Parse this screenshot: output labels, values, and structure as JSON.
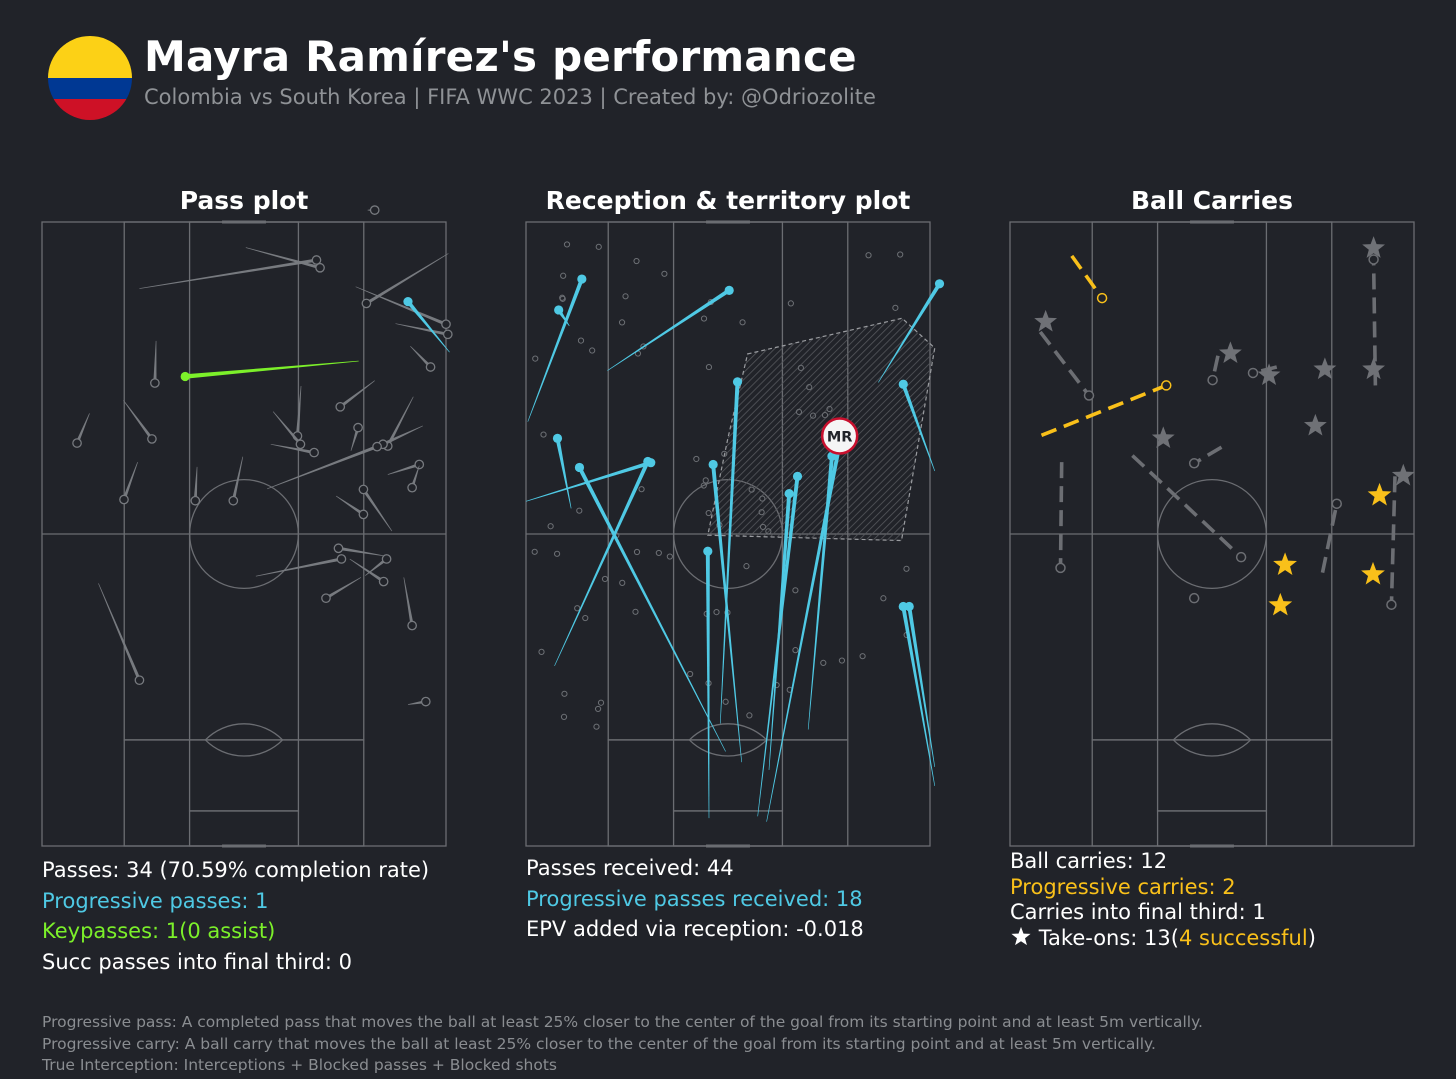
{
  "header": {
    "title": "Mayra Ramírez's performance",
    "subtitle": "Colombia vs South Korea | FIFA WWC 2023 | Created by: @Odriozolite",
    "flag_colors": [
      "#fcd116",
      "#003893",
      "#ce1126"
    ]
  },
  "colors": {
    "background": "#212329",
    "pitch_lines": "#6b6d72",
    "progressive_blue": "#4fc9e4",
    "keypass_green": "#7cf02a",
    "carry_yellow": "#f9c01a",
    "muted_gray": "#777a7f"
  },
  "panels": {
    "pass": {
      "title": "Pass plot",
      "stats": {
        "passes": "Passes: 34 (70.59% completion rate)",
        "progressive": "Progressive passes: 1",
        "keypasses": "Keypasses: 1(0 assist)",
        "final_third": "Succ passes into final third: 0"
      }
    },
    "reception": {
      "title": "Reception & territory plot",
      "marker_label": "MR",
      "stats": {
        "received": "Passes received: 44",
        "progressive_received": "Progressive passes received: 18",
        "epv": "EPV added via reception: -0.018"
      }
    },
    "carries": {
      "title": "Ball Carries",
      "stats": {
        "carries": "Ball carries: 12",
        "progressive": "Progressive carries: 2",
        "final_third": "Carries into final third: 1",
        "takeons_prefix": "Take-ons: 13(",
        "takeons_success": "4 successful",
        "takeons_suffix": ")",
        "star_icon": "star-icon"
      }
    }
  },
  "notes": {
    "line1": "Progressive pass: A completed pass that moves the ball at least 25% closer to the center of the goal from its starting point and at least 5m vertically.",
    "line2": "Progressive carry: A ball carry that moves the ball at least 25% closer to the center of the goal from its starting point and at least 5m vertically.",
    "line3": "True Interception: Interceptions + Blocked passes + Blocked shots"
  },
  "chart_data": [
    {
      "type": "scatter",
      "title": "Pass plot",
      "pitch": {
        "length": 105,
        "width": 68,
        "attacking_direction": "up"
      },
      "series": [
        {
          "name": "Progressive passes: 1",
          "color": "#4fc9e4",
          "passes": [
            {
              "start": [
                68.6,
                83.1
              ],
              "end": [
                61.6,
                91.6
              ]
            }
          ]
        },
        {
          "name": "Keypasses: 1(0 assist)",
          "color": "#7cf02a",
          "passes": [
            {
              "start": [
                53.3,
                81.6
              ],
              "end": [
                24.1,
                79.0
              ]
            }
          ]
        },
        {
          "name": "Passes: 34 (70.59% completion rate)",
          "color": "#777a7f",
          "passes": [
            {
              "start": [
                16.4,
                93.8
              ],
              "end": [
                46.2,
                98.6
              ]
            },
            {
              "start": [
                34.3,
                100.7
              ],
              "end": [
                46.8,
                97.3
              ]
            },
            {
              "start": [
                68.4,
                99.7
              ],
              "end": [
                54.6,
                91.3
              ]
            },
            {
              "start": [
                52.8,
                94.1
              ],
              "end": [
                68.0,
                87.8
              ]
            },
            {
              "start": [
                62.0,
                84.1
              ],
              "end": [
                65.4,
                80.6
              ]
            },
            {
              "start": [
                54.8,
                107.0
              ],
              "end": [
                56.0,
                107.0
              ]
            },
            {
              "start": [
                59.5,
                87.9
              ],
              "end": [
                68.3,
                86.1
              ]
            },
            {
              "start": [
                19.2,
                85.0
              ],
              "end": [
                19.0,
                77.9
              ]
            },
            {
              "start": [
                13.7,
                75.0
              ],
              "end": [
                18.5,
                68.5
              ]
            },
            {
              "start": [
                8.0,
                72.8
              ],
              "end": [
                5.9,
                67.8
              ]
            },
            {
              "start": [
                16.1,
                64.6
              ],
              "end": [
                13.8,
                58.3
              ]
            },
            {
              "start": [
                43.6,
                77.4
              ],
              "end": [
                43.0,
                69.0
              ]
            },
            {
              "start": [
                38.9,
                73.1
              ],
              "end": [
                43.5,
                67.6
              ]
            },
            {
              "start": [
                56.0,
                78.3
              ],
              "end": [
                50.2,
                73.9
              ]
            },
            {
              "start": [
                52.0,
                66.5
              ],
              "end": [
                53.2,
                70.4
              ]
            },
            {
              "start": [
                62.5,
                75.6
              ],
              "end": [
                58.2,
                67.3
              ]
            },
            {
              "start": [
                64.1,
                70.7
              ],
              "end": [
                57.4,
                67.6
              ]
            },
            {
              "start": [
                38.5,
                67.6
              ],
              "end": [
                45.8,
                66.2
              ]
            },
            {
              "start": [
                58.2,
                62.5
              ],
              "end": [
                63.5,
                64.2
              ]
            },
            {
              "start": [
                37.9,
                60.1
              ],
              "end": [
                56.4,
                67.2
              ]
            },
            {
              "start": [
                63.5,
                64.0
              ],
              "end": [
                62.3,
                60.3
              ]
            },
            {
              "start": [
                33.8,
                65.5
              ],
              "end": [
                32.2,
                58.1
              ]
            },
            {
              "start": [
                26.1,
                63.8
              ],
              "end": [
                25.8,
                58.1
              ]
            },
            {
              "start": [
                49.5,
                58.9
              ],
              "end": [
                54.1,
                55.8
              ]
            },
            {
              "start": [
                58.9,
                53.0
              ],
              "end": [
                54.1,
                60.0
              ]
            },
            {
              "start": [
                36.0,
                45.4
              ],
              "end": [
                50.4,
                48.3
              ]
            },
            {
              "start": [
                57.7,
                48.8
              ],
              "end": [
                49.9,
                50.1
              ]
            },
            {
              "start": [
                51.8,
                48.3
              ],
              "end": [
                57.5,
                44.5
              ]
            },
            {
              "start": [
                53.7,
                45.2
              ],
              "end": [
                47.8,
                41.7
              ]
            },
            {
              "start": [
                54.4,
                45.5
              ],
              "end": [
                58.0,
                48.3
              ]
            },
            {
              "start": [
                60.9,
                45.2
              ],
              "end": [
                62.3,
                37.1
              ]
            },
            {
              "start": [
                9.5,
                44.2
              ],
              "end": [
                16.4,
                27.9
              ]
            },
            {
              "start": [
                61.6,
                23.8
              ],
              "end": [
                64.6,
                24.3
              ]
            }
          ]
        }
      ]
    },
    {
      "type": "scatter",
      "title": "Reception & territory plot",
      "pitch": {
        "length": 105,
        "width": 68,
        "attacking_direction": "up"
      },
      "player_avg_position": {
        "label": "MR",
        "x": 52.8,
        "y": 69.0
      },
      "territory_polygon": [
        [
          37.3,
          82.8
        ],
        [
          63.3,
          88.8
        ],
        [
          68.8,
          83.8
        ],
        [
          63.2,
          51.4
        ],
        [
          30.6,
          52.3
        ],
        [
          34.0,
          68.7
        ]
      ],
      "progressive_receptions": [
        {
          "start": [
            0.3,
            71.4
          ],
          "end": [
            9.4,
            95.4
          ]
        },
        {
          "start": [
            7.3,
            87.5
          ],
          "end": [
            5.5,
            90.2
          ]
        },
        {
          "start": [
            7.6,
            56.8
          ],
          "end": [
            5.3,
            68.6
          ]
        },
        {
          "start": [
            0.0,
            58.0
          ],
          "end": [
            21.0,
            64.5
          ]
        },
        {
          "start": [
            4.8,
            30.3
          ],
          "end": [
            20.5,
            64.7
          ]
        },
        {
          "start": [
            33.6,
            15.9
          ],
          "end": [
            9.0,
            63.7
          ]
        },
        {
          "start": [
            13.7,
            80.0
          ],
          "end": [
            34.2,
            93.5
          ]
        },
        {
          "start": [
            36.3,
            14.1
          ],
          "end": [
            31.5,
            64.2
          ]
        },
        {
          "start": [
            30.8,
            4.7
          ],
          "end": [
            30.6,
            49.6
          ]
        },
        {
          "start": [
            32.7,
            20.6
          ],
          "end": [
            35.6,
            78.1
          ]
        },
        {
          "start": [
            39.0,
            5.0
          ],
          "end": [
            45.7,
            62.2
          ]
        },
        {
          "start": [
            40.9,
            12.8
          ],
          "end": [
            44.3,
            59.3
          ]
        },
        {
          "start": [
            47.5,
            19.6
          ],
          "end": [
            51.5,
            65.6
          ]
        },
        {
          "start": [
            40.5,
            4.1
          ],
          "end": [
            52.8,
            67.7
          ]
        },
        {
          "start": [
            59.3,
            78.0
          ],
          "end": [
            69.6,
            94.6
          ]
        },
        {
          "start": [
            68.8,
            63.1
          ],
          "end": [
            63.5,
            77.7
          ]
        },
        {
          "start": [
            68.8,
            13.3
          ],
          "end": [
            64.5,
            40.3
          ]
        },
        {
          "start": [
            68.8,
            10.1
          ],
          "end": [
            63.5,
            40.3
          ]
        }
      ],
      "other_receptions_count": 26
    },
    {
      "type": "scatter",
      "title": "Ball Carries",
      "pitch": {
        "length": 105,
        "width": 68,
        "attacking_direction": "up"
      },
      "progressive_carries": [
        {
          "start": [
            10.4,
            99.3
          ],
          "end": [
            15.5,
            92.2
          ]
        },
        {
          "start": [
            5.3,
            69.1
          ],
          "end": [
            26.3,
            77.5
          ]
        }
      ],
      "carries": [
        {
          "start": [
            5.1,
            86.5
          ],
          "end": [
            13.3,
            75.8
          ]
        },
        {
          "start": [
            20.6,
            65.7
          ],
          "end": [
            38.9,
            48.6
          ]
        },
        {
          "start": [
            8.7,
            64.6
          ],
          "end": [
            8.5,
            46.8
          ]
        },
        {
          "start": [
            35.6,
            67.1
          ],
          "end": [
            31.0,
            64.4
          ]
        },
        {
          "start": [
            44.9,
            80.6
          ],
          "end": [
            40.9,
            79.6
          ]
        },
        {
          "start": [
            35.0,
            82.5
          ],
          "end": [
            34.1,
            78.4
          ]
        },
        {
          "start": [
            61.5,
            77.5
          ],
          "end": [
            61.2,
            98.7
          ]
        },
        {
          "start": [
            52.6,
            46.0
          ],
          "end": [
            55.0,
            57.6
          ]
        },
        {
          "start": [
            64.8,
            62.2
          ],
          "end": [
            64.2,
            40.6
          ]
        },
        {
          "start": [
            31.0,
            41.7
          ],
          "end": [
            31.0,
            41.7
          ]
        }
      ],
      "take_ons": {
        "successful": [
          [
            46.3,
            47.3
          ],
          [
            62.2,
            59.0
          ],
          [
            45.5,
            40.5
          ],
          [
            61.1,
            45.7
          ]
        ],
        "unsuccessful": [
          [
            6.0,
            88.2
          ],
          [
            37.1,
            82.9
          ],
          [
            43.6,
            79.2
          ],
          [
            53.0,
            80.2
          ],
          [
            61.2,
            80.2
          ],
          [
            61.2,
            100.6
          ],
          [
            51.4,
            70.7
          ],
          [
            25.8,
            68.6
          ],
          [
            66.2,
            62.3
          ]
        ]
      }
    }
  ]
}
